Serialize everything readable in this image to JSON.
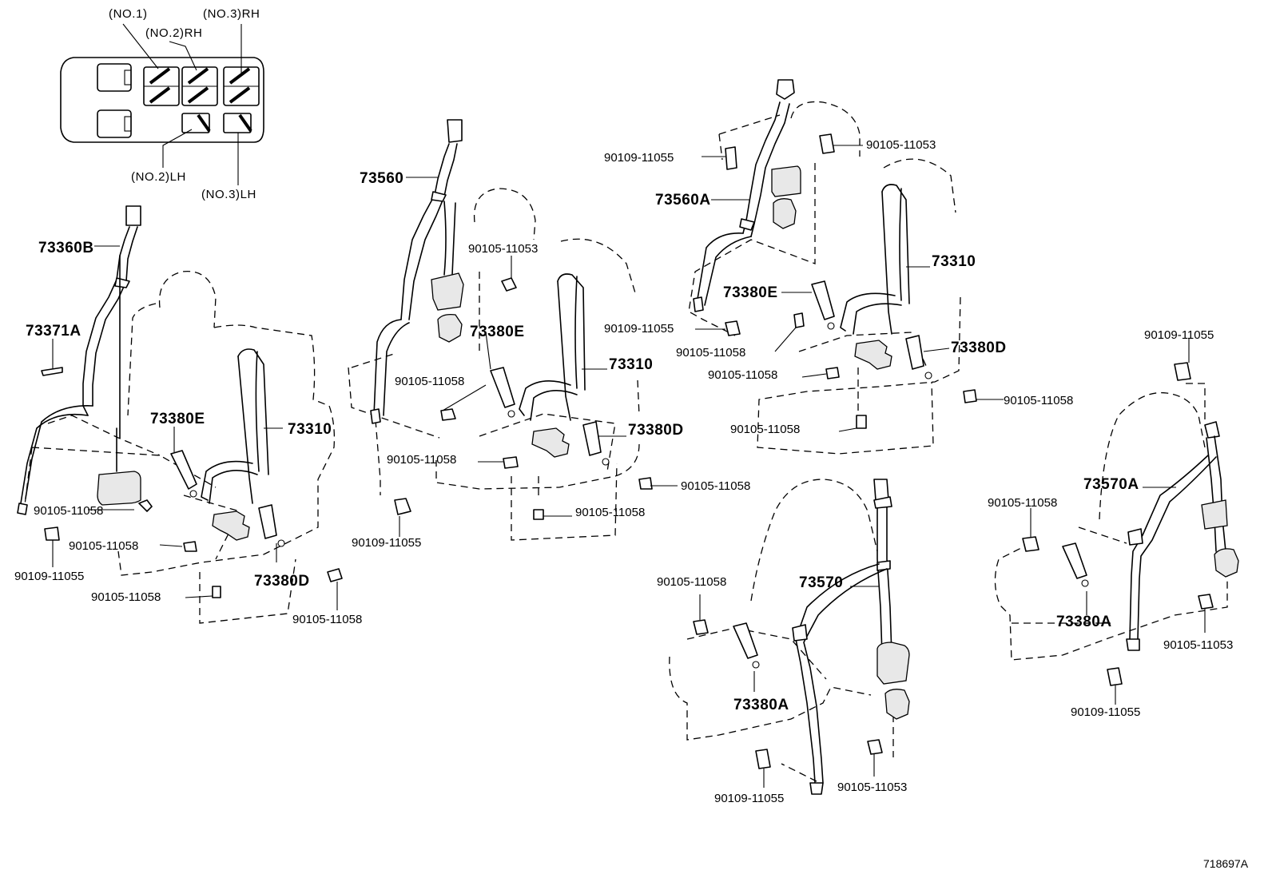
{
  "key_map": {
    "no1": "(NO.1)",
    "no2_rh": "(NO.2)RH",
    "no3_rh": "(NO.3)RH",
    "no2_lh": "(NO.2)LH",
    "no3_lh": "(NO.3)LH"
  },
  "parts": {
    "p73360B": "73360B",
    "p73371A": "73371A",
    "p73380E": "73380E",
    "p73310": "73310",
    "p73380D": "73380D",
    "p73560": "73560",
    "p73560A": "73560A",
    "p73570": "73570",
    "p73570A": "73570A",
    "p73380A": "73380A",
    "b90105_11058": "90105-11058",
    "b90105_11053": "90105-11053",
    "b90109_11055": "90109-11055"
  },
  "diagram_id": "718697A"
}
